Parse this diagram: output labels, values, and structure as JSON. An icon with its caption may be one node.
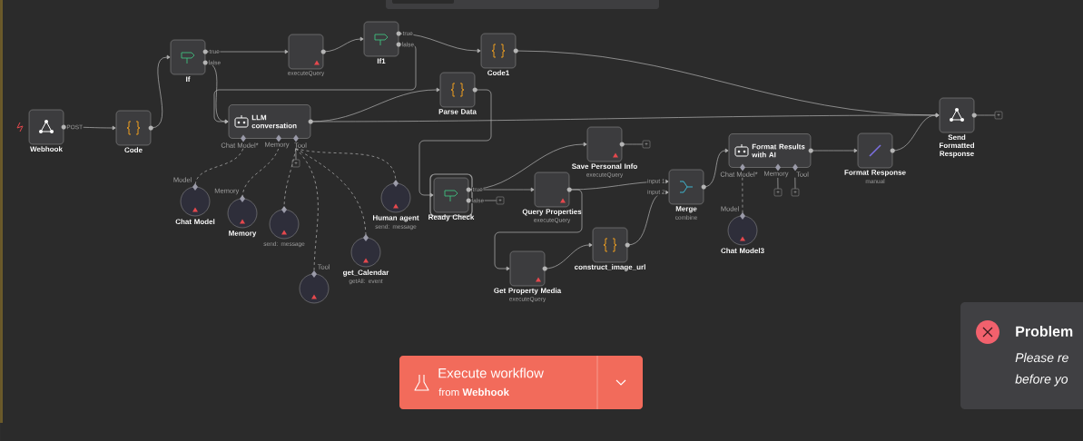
{
  "diagram": {
    "nodes": [
      {
        "text": [
          "Webhook"
        ]
      },
      {
        "text": [
          "Code"
        ]
      },
      {
        "text": [
          "If"
        ]
      },
      {
        "text": [
          "executeQuery"
        ]
      },
      {
        "text": [
          "If1"
        ]
      },
      {
        "text": [
          "Code1"
        ]
      },
      {
        "text": [
          "Parse Data"
        ]
      },
      {
        "text": [
          "LLM conversation"
        ]
      },
      {
        "text": [
          "Chat Model"
        ]
      },
      {
        "text": [
          "Memory"
        ]
      },
      {
        "text": [
          "send: message"
        ]
      },
      {
        "text": [],
        "shape": "circle"
      },
      {
        "text": [
          "get_Calendar",
          "getAll: event"
        ]
      },
      {
        "text": [
          "Human agent",
          "send: message"
        ]
      },
      {
        "text": [
          "Ready Check"
        ]
      },
      {
        "text": [
          "Query Properties",
          "executeQuery"
        ]
      },
      {
        "text": [
          "Save Personal Info",
          "executeQuery"
        ]
      },
      {
        "text": [
          "Get Property Media",
          "executeQuery"
        ]
      },
      {
        "text": [
          "construct_image_url"
        ]
      },
      {
        "text": [
          "Merge",
          "combine"
        ]
      },
      {
        "text": [
          "Format Results with AI"
        ]
      },
      {
        "text": [
          "Chat Model3"
        ]
      },
      {
        "text": [
          "Format Response",
          "manual"
        ]
      },
      {
        "text": [
          "Send Formatted Response"
        ]
      },
      {
        "text": [
          "+"
        ]
      },
      {
        "text": [
          "+"
        ]
      },
      {
        "text": [
          "+"
        ]
      },
      {
        "text": [
          "+"
        ]
      },
      {
        "text": [
          "+"
        ]
      },
      {
        "text": [
          "+"
        ]
      }
    ],
    "edges": [
      {
        "from": 0,
        "to": 1,
        "arrow": "to",
        "label": "POST"
      },
      {
        "from": 1,
        "to": 2,
        "arrow": "to"
      },
      {
        "from": 2,
        "to": 3,
        "arrow": "to",
        "label": "true"
      },
      {
        "from": 2,
        "to": 7,
        "arrow": "to",
        "label": "false"
      },
      {
        "from": 3,
        "to": 4,
        "arrow": "to"
      },
      {
        "from": 4,
        "to": 5,
        "arrow": "to",
        "label": "true"
      },
      {
        "from": 4,
        "to": 7,
        "arrow": "to",
        "label": "false"
      },
      {
        "from": 5,
        "to": 23,
        "arrow": "to"
      },
      {
        "from": 7,
        "to": 6,
        "arrow": "to"
      },
      {
        "from": 7,
        "to": 23,
        "arrow": "to"
      },
      {
        "from": 6,
        "to": 14,
        "arrow": "to"
      },
      {
        "from": 7,
        "to": 8,
        "arrow": "none",
        "style": "dashed"
      },
      {
        "from": 7,
        "to": 9,
        "arrow": "none",
        "style": "dashed"
      },
      {
        "from": 7,
        "to": 10,
        "arrow": "none",
        "style": "dashed"
      },
      {
        "from": 7,
        "to": 11,
        "arrow": "none",
        "style": "dashed"
      },
      {
        "from": 7,
        "to": 12,
        "arrow": "none",
        "style": "dashed"
      },
      {
        "from": 7,
        "to": 13,
        "arrow": "none",
        "style": "dashed"
      },
      {
        "from": 14,
        "to": 15,
        "arrow": "to",
        "label": "true"
      },
      {
        "from": 14,
        "to": 16,
        "arrow": "to"
      },
      {
        "from": 14,
        "to": 25,
        "arrow": "none",
        "label": "false"
      },
      {
        "from": 15,
        "to": 19,
        "arrow": "to",
        "label": "input 1"
      },
      {
        "from": 15,
        "to": 17,
        "arrow": "to"
      },
      {
        "from": 17,
        "to": 18,
        "arrow": "to"
      },
      {
        "from": 18,
        "to": 19,
        "arrow": "to",
        "label": "input 2"
      },
      {
        "from": 16,
        "to": 24,
        "arrow": "none"
      },
      {
        "from": 19,
        "to": 20,
        "arrow": "to"
      },
      {
        "from": 20,
        "to": 22,
        "arrow": "to"
      },
      {
        "from": 22,
        "to": 23,
        "arrow": "to"
      },
      {
        "from": 23,
        "to": 29,
        "arrow": "none"
      },
      {
        "from": 20,
        "to": 21,
        "arrow": "none",
        "style": "dashed"
      },
      {
        "from": 20,
        "to": 27,
        "arrow": "none"
      },
      {
        "from": 20,
        "to": 28,
        "arrow": "none"
      },
      {
        "from": 7,
        "to": 26,
        "arrow": "none"
      }
    ],
    "labels": [
      "Chat Model*",
      "Memory",
      "Tool",
      "Model",
      "Memory",
      "Tool",
      "Chat Model*",
      "Memory",
      "Tool",
      "Model",
      "Execute workflow",
      "from **Webhook**",
      "Problem",
      "Please re",
      "before yo"
    ]
  }
}
